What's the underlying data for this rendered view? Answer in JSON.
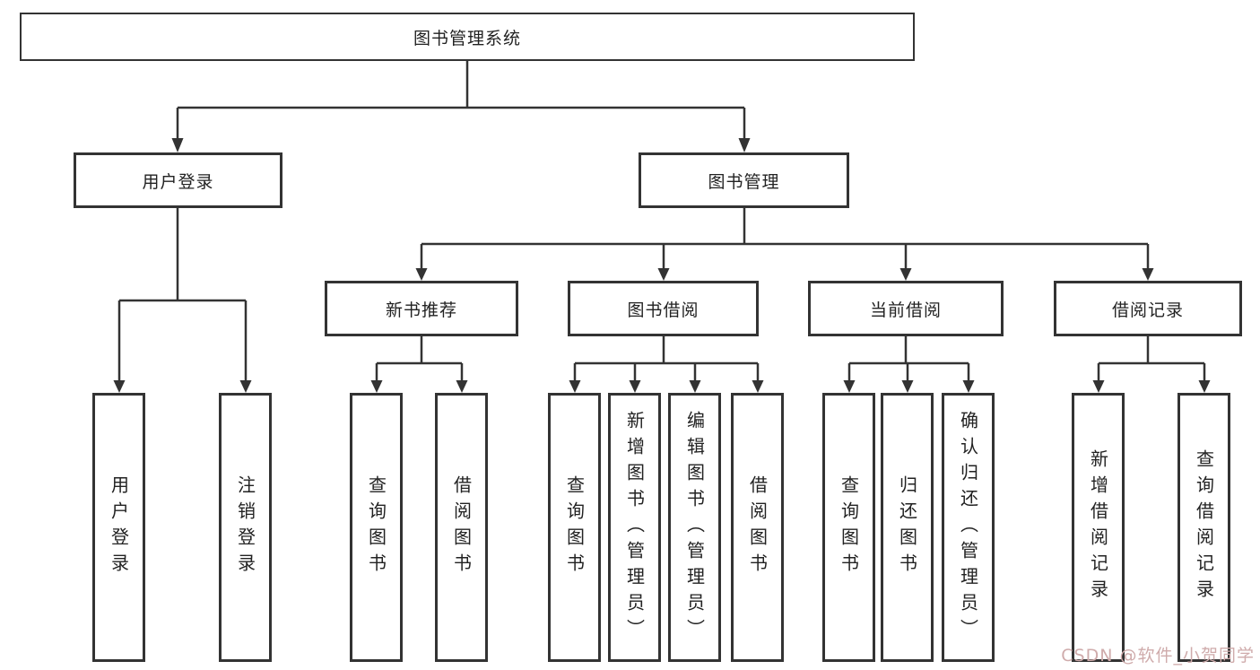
{
  "diagram": {
    "root": {
      "label": "图书管理系统"
    },
    "level2": [
      {
        "label": "用户登录"
      },
      {
        "label": "图书管理"
      }
    ],
    "level3": [
      {
        "label": "新书推荐"
      },
      {
        "label": "图书借阅"
      },
      {
        "label": "当前借阅"
      },
      {
        "label": "借阅记录"
      }
    ],
    "leaves": {
      "user_login": [
        "用户登录",
        "注销登录"
      ],
      "new_book": [
        "查询图书",
        "借阅图书"
      ],
      "borrow": [
        "查询图书",
        "新增图书（管理员）",
        "编辑图书（管理员）",
        "借阅图书"
      ],
      "current": [
        "查询图书",
        "归还图书",
        "确认归还（管理员）"
      ],
      "records": [
        "新增借阅记录",
        "查询借阅记录"
      ]
    }
  },
  "watermark": "CSDN @软件_小贺同学",
  "colors": {
    "line": "#333333",
    "text": "#222222",
    "watermark": "#cfabab",
    "background": "#ffffff"
  }
}
